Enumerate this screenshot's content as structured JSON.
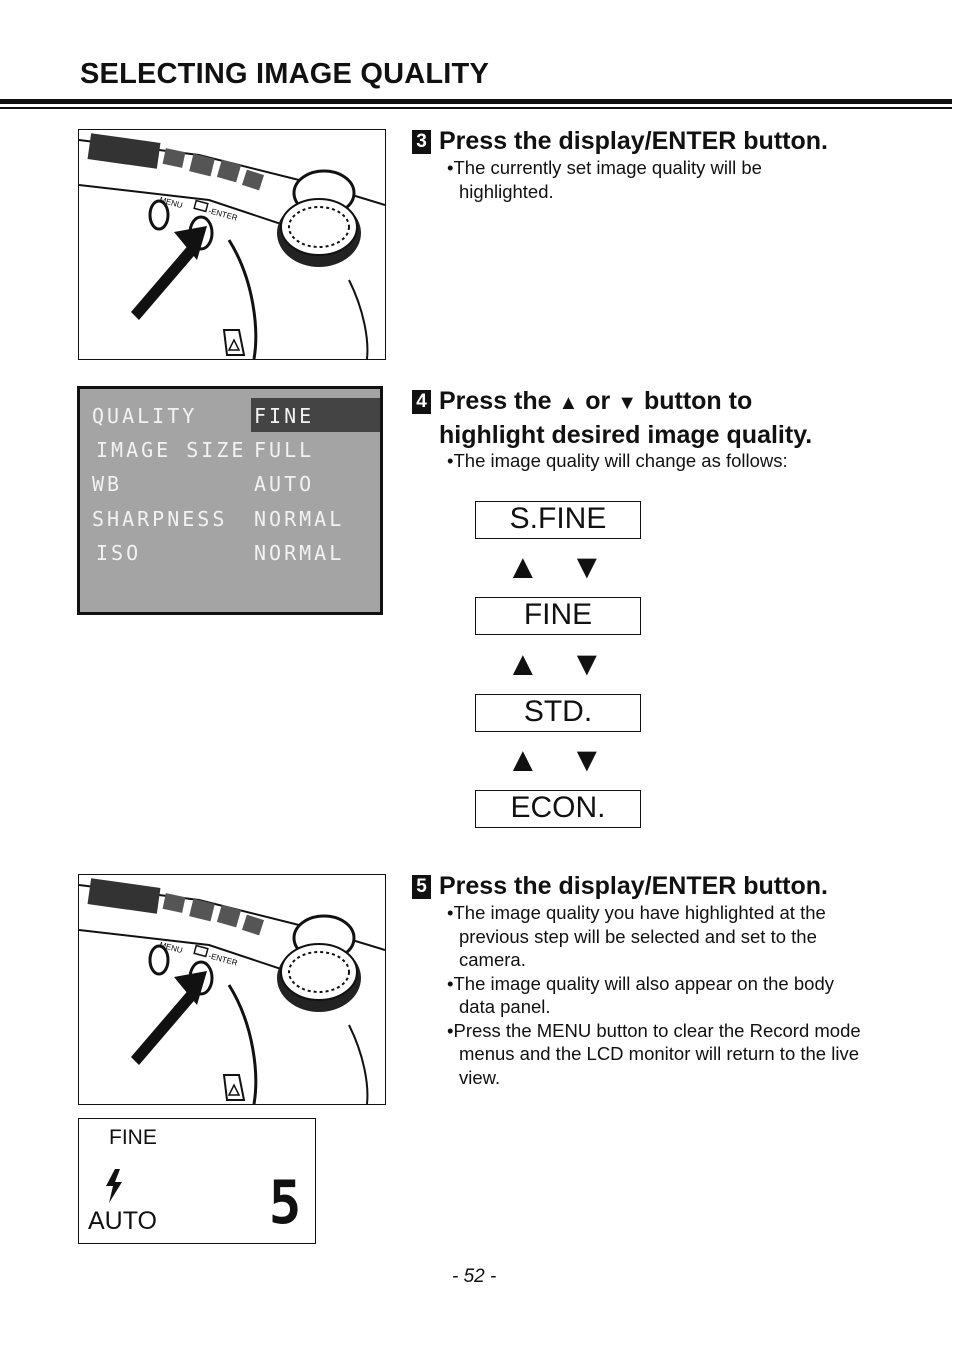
{
  "page_title": "SELECTING IMAGE QUALITY",
  "step3": {
    "num": "3",
    "heading": "Press the display/ENTER button.",
    "bullets": [
      "•The currently set image quality will be highlighted."
    ]
  },
  "camera_labels": {
    "menu": "MENU",
    "enter": "-ENTER"
  },
  "lcd_menu": {
    "rows": [
      {
        "label": "QUALITY",
        "value": "FINE"
      },
      {
        "label": "IMAGE SIZE",
        "value": "FULL"
      },
      {
        "label": "WB",
        "value": "AUTO"
      },
      {
        "label": "SHARPNESS",
        "value": "NORMAL"
      },
      {
        "label": "ISO",
        "value": "NORMAL"
      }
    ]
  },
  "step4": {
    "num": "4",
    "heading_a": "Press the",
    "heading_or": "or",
    "heading_b": "button to",
    "heading_line2": "highlight desired image quality.",
    "up_symbol": "▲",
    "down_symbol": "▼",
    "bullets": [
      "•The image quality will change as follows:"
    ]
  },
  "quality_sequence": [
    "S.FINE",
    "FINE",
    "STD.",
    "ECON."
  ],
  "step5": {
    "num": "5",
    "heading": "Press the display/ENTER button.",
    "bullets": [
      "•The image quality you have highlighted at the previous step will be selected and set to the camera.",
      "•The image quality will also appear on the body data panel.",
      "•Press the MENU button to clear the Record mode menus and the LCD monitor will return to the live view."
    ]
  },
  "data_panel": {
    "quality": "FINE",
    "flash_mode": "AUTO",
    "frame_count": "5"
  },
  "page_number": "- 52 -"
}
